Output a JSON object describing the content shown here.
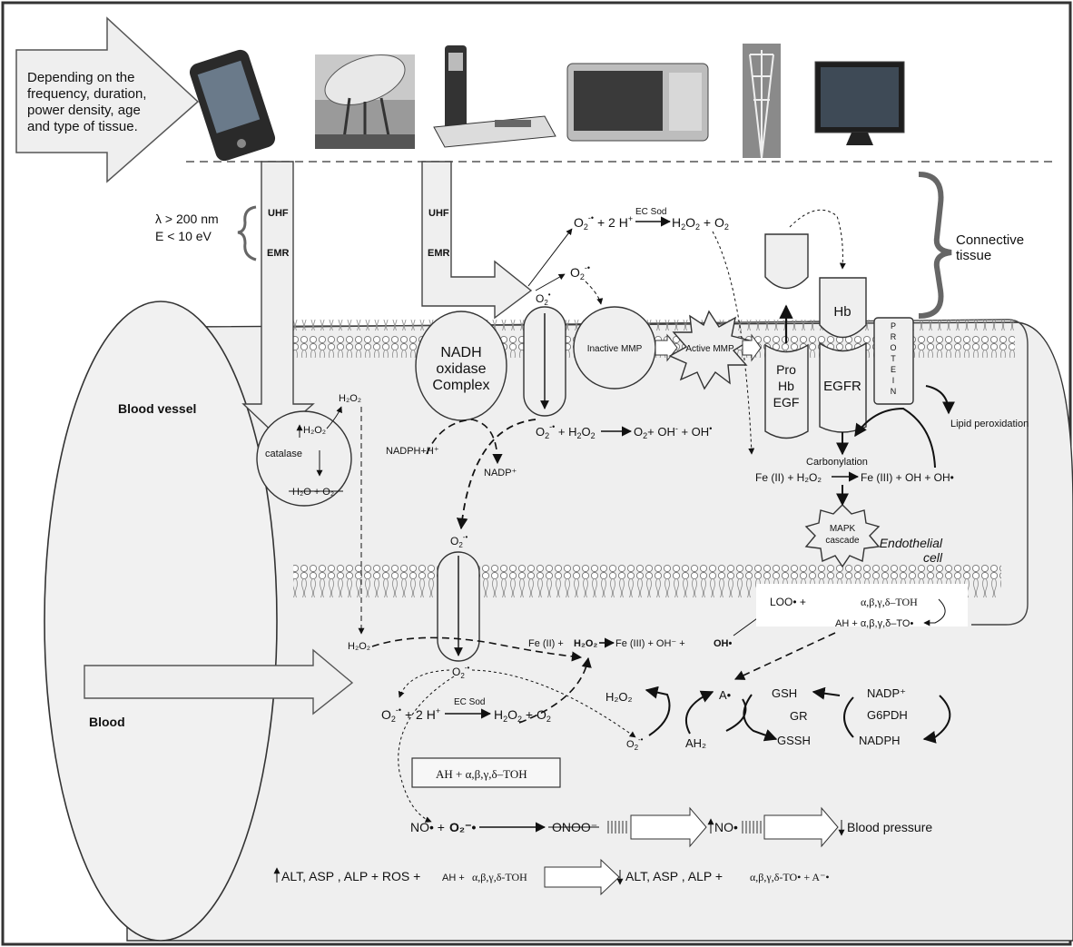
{
  "intro_text": [
    "Depending on the",
    "frequency, duration,",
    "power density, age",
    "and type of tissue."
  ],
  "devices": [
    "mobile-phone",
    "satellite-dish",
    "cordless-phone",
    "microwave-oven",
    "cell-tower",
    "computer-monitor"
  ],
  "emr": {
    "uhf": "UHF",
    "emr": "EMR",
    "lambda": "λ > 200 nm",
    "energy": "E < 10 eV"
  },
  "connective_tissue": [
    "Connective",
    "tissue"
  ],
  "blood_vessel": "Blood vessel",
  "blood": "Blood",
  "endothelial": [
    "Endothelial",
    "cell"
  ],
  "catalase": "catalase",
  "nadh": [
    "NADH",
    "oxidase",
    "Complex"
  ],
  "inactive_mmp": "Inactive MMP",
  "active_mmp": "Active MMP",
  "pro_hb_egf": [
    "Pro",
    "Hb",
    "EGF"
  ],
  "hb": "Hb",
  "egfr": "EGFR",
  "protein": [
    "P",
    "R",
    "O",
    "T",
    "E",
    "I",
    "N"
  ],
  "lipid_peroxidation": "Lipid peroxidation",
  "carbonylation": "Carbonylation",
  "mapk": [
    "MAPK",
    "cascade"
  ],
  "ec_sod": "EC Sod",
  "nadph_h": "NADPH+H⁺",
  "nadp": "NADP⁺",
  "h2o_o2": "H₂O + O₂",
  "h2o2": "H₂O₂",
  "loo": "LOO• +",
  "toh": "α,β,γ,δ–TOH",
  "ah_to": "AH + α,β,γ,δ–TO•",
  "fe_lower": [
    "Fe (II) +",
    "H₂O₂",
    "Fe (III) +  OH⁻ +",
    "OH•"
  ],
  "fe_upper": [
    "Fe (II) + H₂O₂",
    "Fe (III) +  OH + OH•"
  ],
  "cycle": {
    "a_rad": "A•",
    "ah2": "AH₂",
    "gsh": "GSH",
    "gr": "GR",
    "gssh": "GSSH",
    "nadp": "NADP⁺",
    "g6pdh": "G6PDH",
    "nadph": "NADPH"
  },
  "box_ah": "AH + α,β,γ,δ–TOH",
  "no_row": [
    "NO• +",
    "O₂⁻•",
    "ONOO⁻",
    "NO•",
    "Blood pressure"
  ],
  "bottom_left": "ALT, ASP , ALP  + ROS + ",
  "bottom_ah": "AH + ",
  "bottom_toh": "α,β,γ,δ-TOH",
  "bottom_right": "ALT, ASP , ALP  + ",
  "bottom_to": "α,β,γ,δ-TO• + A⁻•"
}
